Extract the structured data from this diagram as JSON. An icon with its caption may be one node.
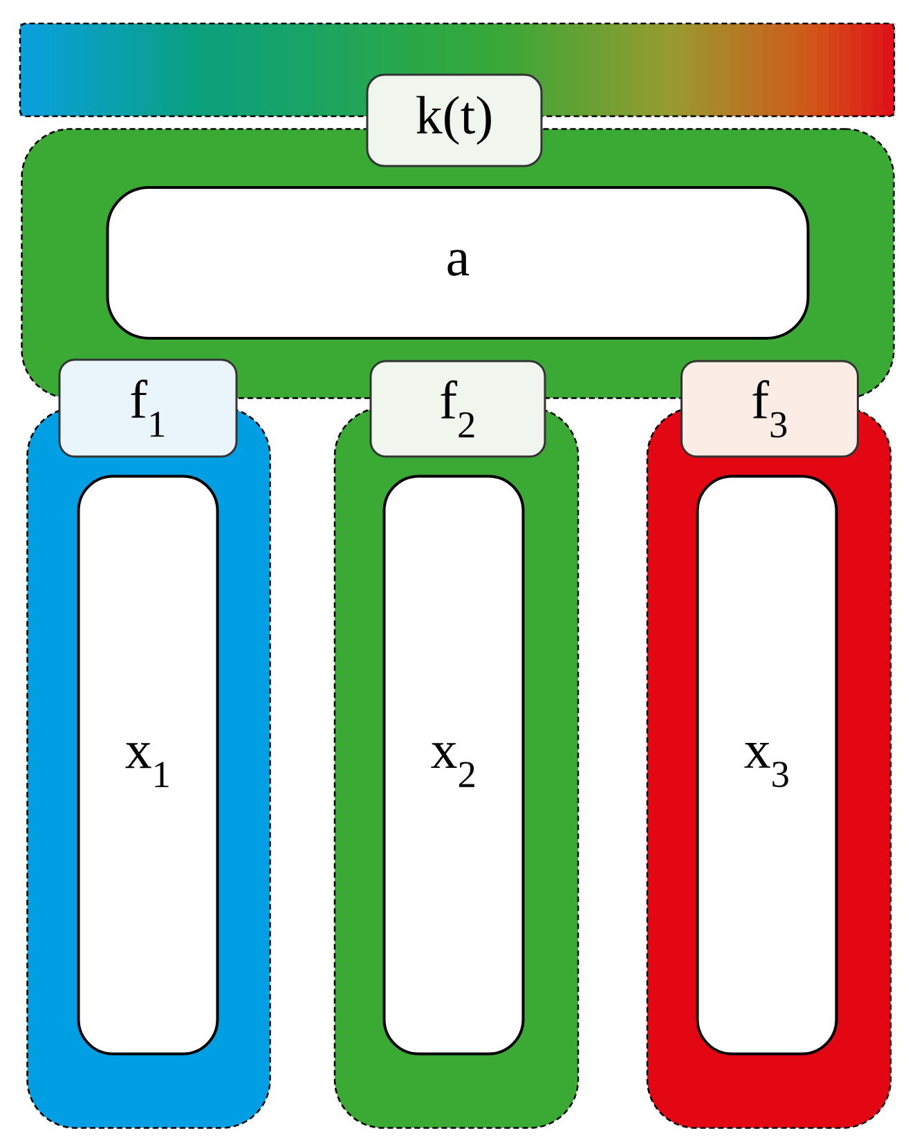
{
  "diagram": {
    "nodes": [
      {
        "text": [
          "k(t)"
        ]
      },
      {
        "text": [],
        "shape": "box"
      },
      {
        "text": [
          "a"
        ],
        "in": 1
      },
      {
        "text": [
          "f$_{1}$"
        ]
      },
      {
        "text": [
          "f$_{2}$"
        ]
      },
      {
        "text": [
          "f$_{3}$"
        ]
      },
      {
        "text": [],
        "shape": "box"
      },
      {
        "text": [
          "x$_{1}$"
        ],
        "in": 6
      },
      {
        "text": [],
        "shape": "box"
      },
      {
        "text": [
          "x$_{2}$"
        ],
        "in": 8
      },
      {
        "text": [],
        "shape": "box"
      },
      {
        "text": [
          "x$_{3}$"
        ],
        "in": 10
      }
    ]
  }
}
